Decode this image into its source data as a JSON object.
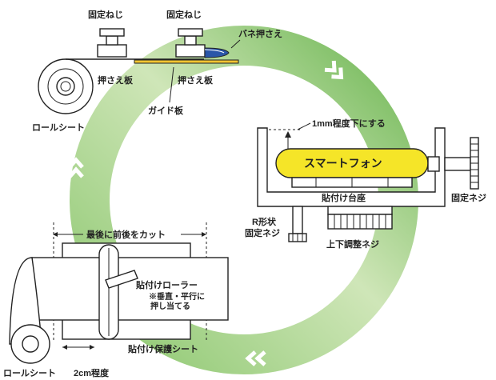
{
  "labels": {
    "fixing_screw_1": "固定ねじ",
    "fixing_screw_2": "固定ねじ",
    "spring_holder": "バネ押さえ",
    "press_plate_1": "押さえ板",
    "press_plate_2": "押さえ板",
    "guide_plate": "ガイド板",
    "roll_sheet_top": "ロールシート",
    "lower_1mm": "1mm程度下にする",
    "smartphone": "スマートフォン",
    "mount_base": "貼付け台座",
    "fixing_screw_right": "固定ネジ",
    "r_shaped": "R形状",
    "fixing_screw_r": "固定ネジ",
    "height_screw": "上下調整ネジ",
    "cut_last": "最後に前後をカット",
    "roller": "貼付けローラー",
    "roller_note_1": "※垂直・平行に",
    "roller_note_2": "押し当てる",
    "protect_sheet": "貼付け保護シート",
    "roll_sheet_bottom": "ロールシート",
    "two_cm": "2cm程度"
  },
  "colors": {
    "ring_light": "#d6eac2",
    "ring_dark": "#74ba5c",
    "phone_yellow": "#f5e528",
    "guide_plate": "#f2c531",
    "spring_blue": "#2a56a8"
  }
}
